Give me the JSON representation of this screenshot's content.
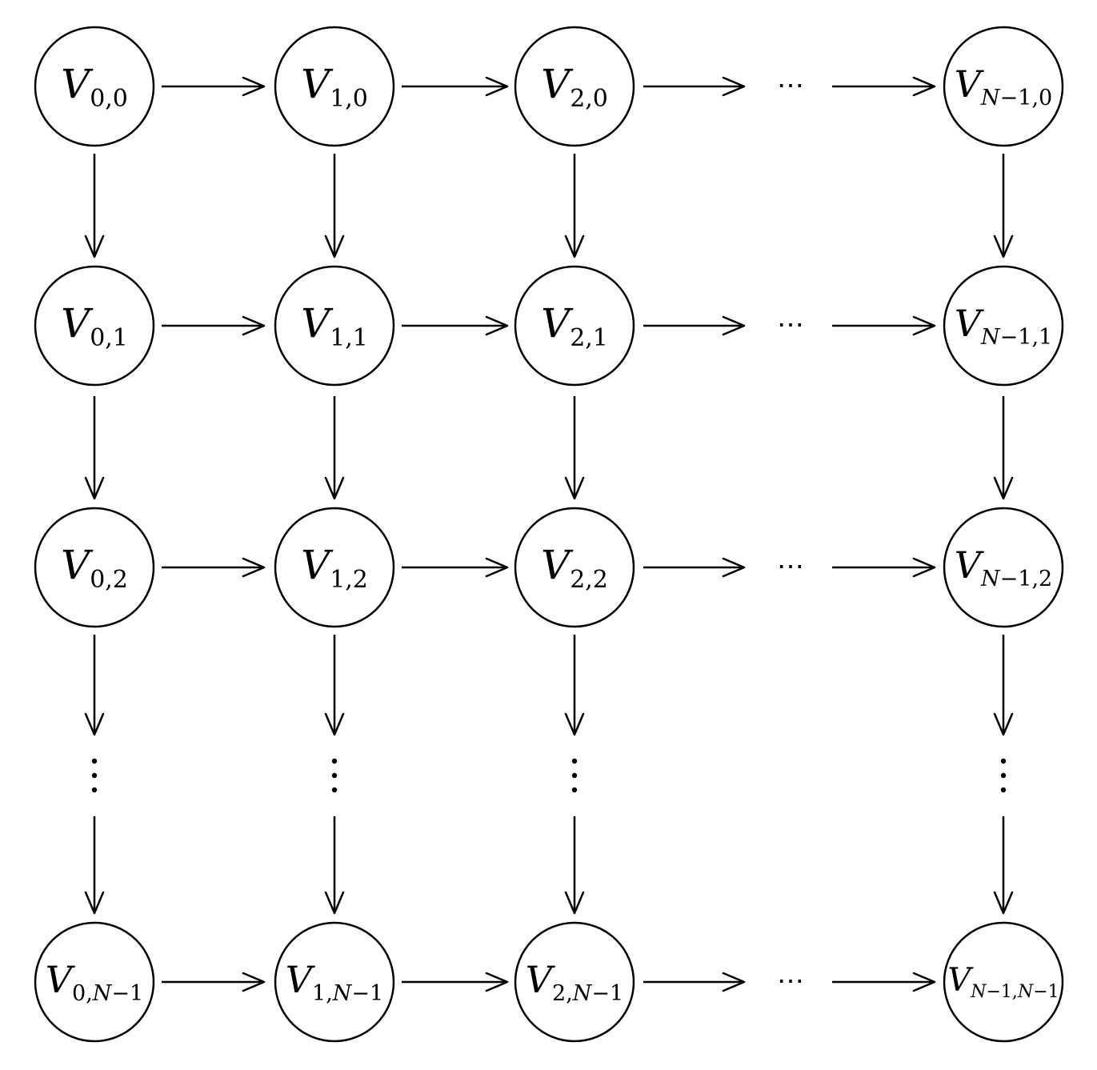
{
  "diagram": {
    "nodes": [
      {
        "id": "v-0-0",
        "main": "V",
        "sub": [
          {
            "t": "0,0"
          }
        ]
      },
      {
        "id": "v-1-0",
        "main": "V",
        "sub": [
          {
            "t": "1,0"
          }
        ]
      },
      {
        "id": "v-2-0",
        "main": "V",
        "sub": [
          {
            "t": "2,0"
          }
        ]
      },
      {
        "id": "v-n1-0",
        "main": "V",
        "sub": [
          {
            "t": "N",
            "i": true
          },
          {
            "t": "−1,0"
          }
        ]
      },
      {
        "id": "v-0-1",
        "main": "V",
        "sub": [
          {
            "t": "0,1"
          }
        ]
      },
      {
        "id": "v-1-1",
        "main": "V",
        "sub": [
          {
            "t": "1,1"
          }
        ]
      },
      {
        "id": "v-2-1",
        "main": "V",
        "sub": [
          {
            "t": "2,1"
          }
        ]
      },
      {
        "id": "v-n1-1",
        "main": "V",
        "sub": [
          {
            "t": "N",
            "i": true
          },
          {
            "t": "−1,1"
          }
        ]
      },
      {
        "id": "v-0-2",
        "main": "V",
        "sub": [
          {
            "t": "0,2"
          }
        ]
      },
      {
        "id": "v-1-2",
        "main": "V",
        "sub": [
          {
            "t": "1,2"
          }
        ]
      },
      {
        "id": "v-2-2",
        "main": "V",
        "sub": [
          {
            "t": "2,2"
          }
        ]
      },
      {
        "id": "v-n1-2",
        "main": "V",
        "sub": [
          {
            "t": "N",
            "i": true
          },
          {
            "t": "−1,2"
          }
        ]
      },
      {
        "id": "v-0-n1",
        "main": "V",
        "sub": [
          {
            "t": "0,"
          },
          {
            "t": "N",
            "i": true
          },
          {
            "t": "−1"
          }
        ]
      },
      {
        "id": "v-1-n1",
        "main": "V",
        "sub": [
          {
            "t": "1,"
          },
          {
            "t": "N",
            "i": true
          },
          {
            "t": "−1"
          }
        ]
      },
      {
        "id": "v-2-n1",
        "main": "V",
        "sub": [
          {
            "t": "2,"
          },
          {
            "t": "N",
            "i": true
          },
          {
            "t": "−1"
          }
        ]
      },
      {
        "id": "v-n1-n1",
        "main": "V",
        "sub": [
          {
            "t": "N",
            "i": true
          },
          {
            "t": "−1,"
          },
          {
            "t": "N",
            "i": true
          },
          {
            "t": "−1"
          }
        ]
      }
    ],
    "horizontal_ellipsis": "⋯"
  }
}
